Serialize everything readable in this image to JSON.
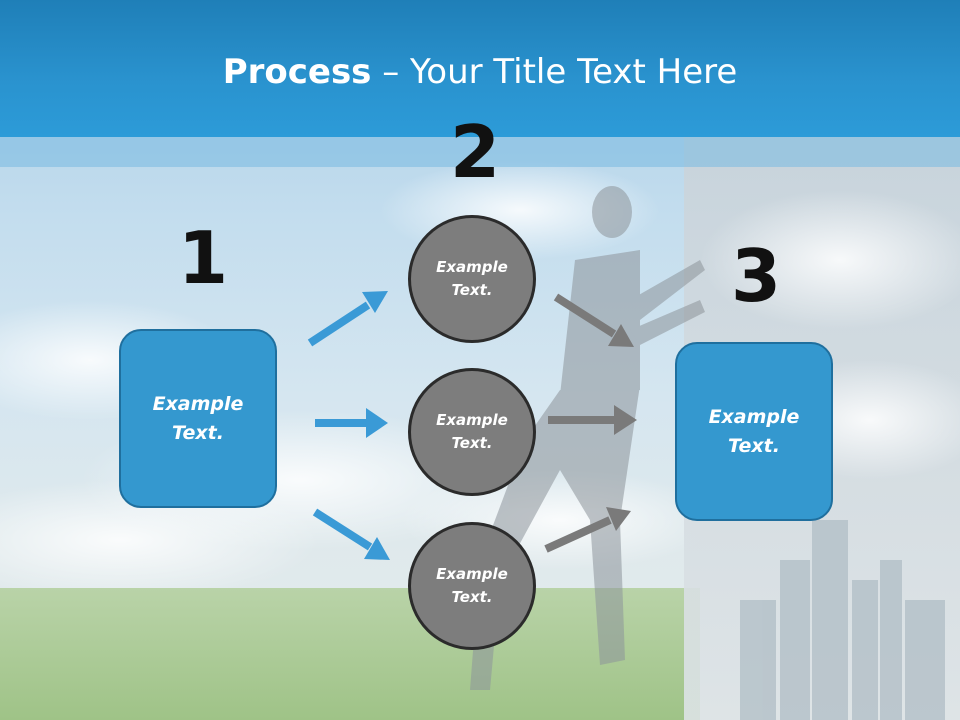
{
  "title": {
    "bold": "Process",
    "rest": " – Your Title Text Here"
  },
  "steps": {
    "one": "1",
    "two": "2",
    "three": "3"
  },
  "boxes": {
    "left": "Example\nText.",
    "right": "Example\nText."
  },
  "circles": {
    "top": "Example\nText.",
    "middle": "Example\nText.",
    "bottom": "Example\nText."
  },
  "colors": {
    "header": "#2a93cf",
    "box": "#3498cf",
    "circle": "#7d7d7d",
    "arrow_blue": "#3a9ad6",
    "arrow_gray": "#7a7a7a"
  }
}
